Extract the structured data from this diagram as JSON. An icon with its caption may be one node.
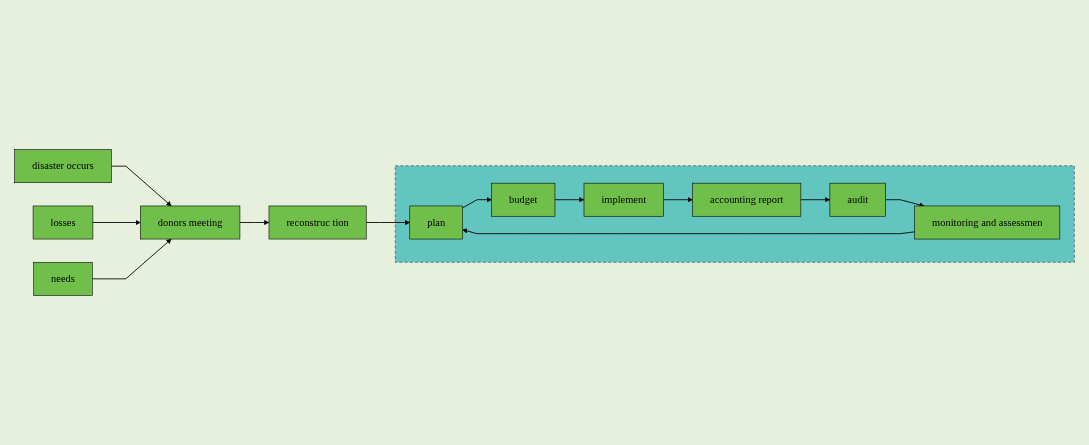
{
  "diagram": {
    "nodes": [
      {
        "text": [
          "losses"
        ]
      },
      {
        "text": [
          "disaster occurs"
        ]
      },
      {
        "text": [
          "needs"
        ]
      },
      {
        "text": [
          "donors meeting"
        ]
      },
      {
        "text": [
          "reconstruc tion"
        ]
      },
      {
        "text": [],
        "shape": "box"
      },
      {
        "text": [
          "budget"
        ],
        "in": 5
      },
      {
        "text": [
          "implement"
        ],
        "in": 5
      },
      {
        "text": [
          "plan"
        ],
        "in": 5
      },
      {
        "text": [
          "accounting report"
        ],
        "in": 5
      },
      {
        "text": [
          "monitoring and assessmen"
        ],
        "in": 5
      },
      {
        "text": [
          "audit"
        ],
        "in": 5
      }
    ],
    "edges": [
      {
        "from": 1,
        "to": 3,
        "arrow": "to"
      },
      {
        "from": 0,
        "to": 3,
        "arrow": "to"
      },
      {
        "from": 2,
        "to": 3,
        "arrow": "to"
      },
      {
        "from": 3,
        "to": 4,
        "arrow": "to"
      },
      {
        "from": 4,
        "to": 8,
        "arrow": "to"
      },
      {
        "from": 8,
        "to": 6,
        "arrow": "to"
      },
      {
        "from": 6,
        "to": 7,
        "arrow": "to"
      },
      {
        "from": 7,
        "to": 9,
        "arrow": "to"
      },
      {
        "from": 9,
        "to": 11,
        "arrow": "to"
      },
      {
        "from": 11,
        "to": 10,
        "arrow": "to"
      },
      {
        "from": 10,
        "to": 8,
        "arrow": "to"
      }
    ]
  }
}
